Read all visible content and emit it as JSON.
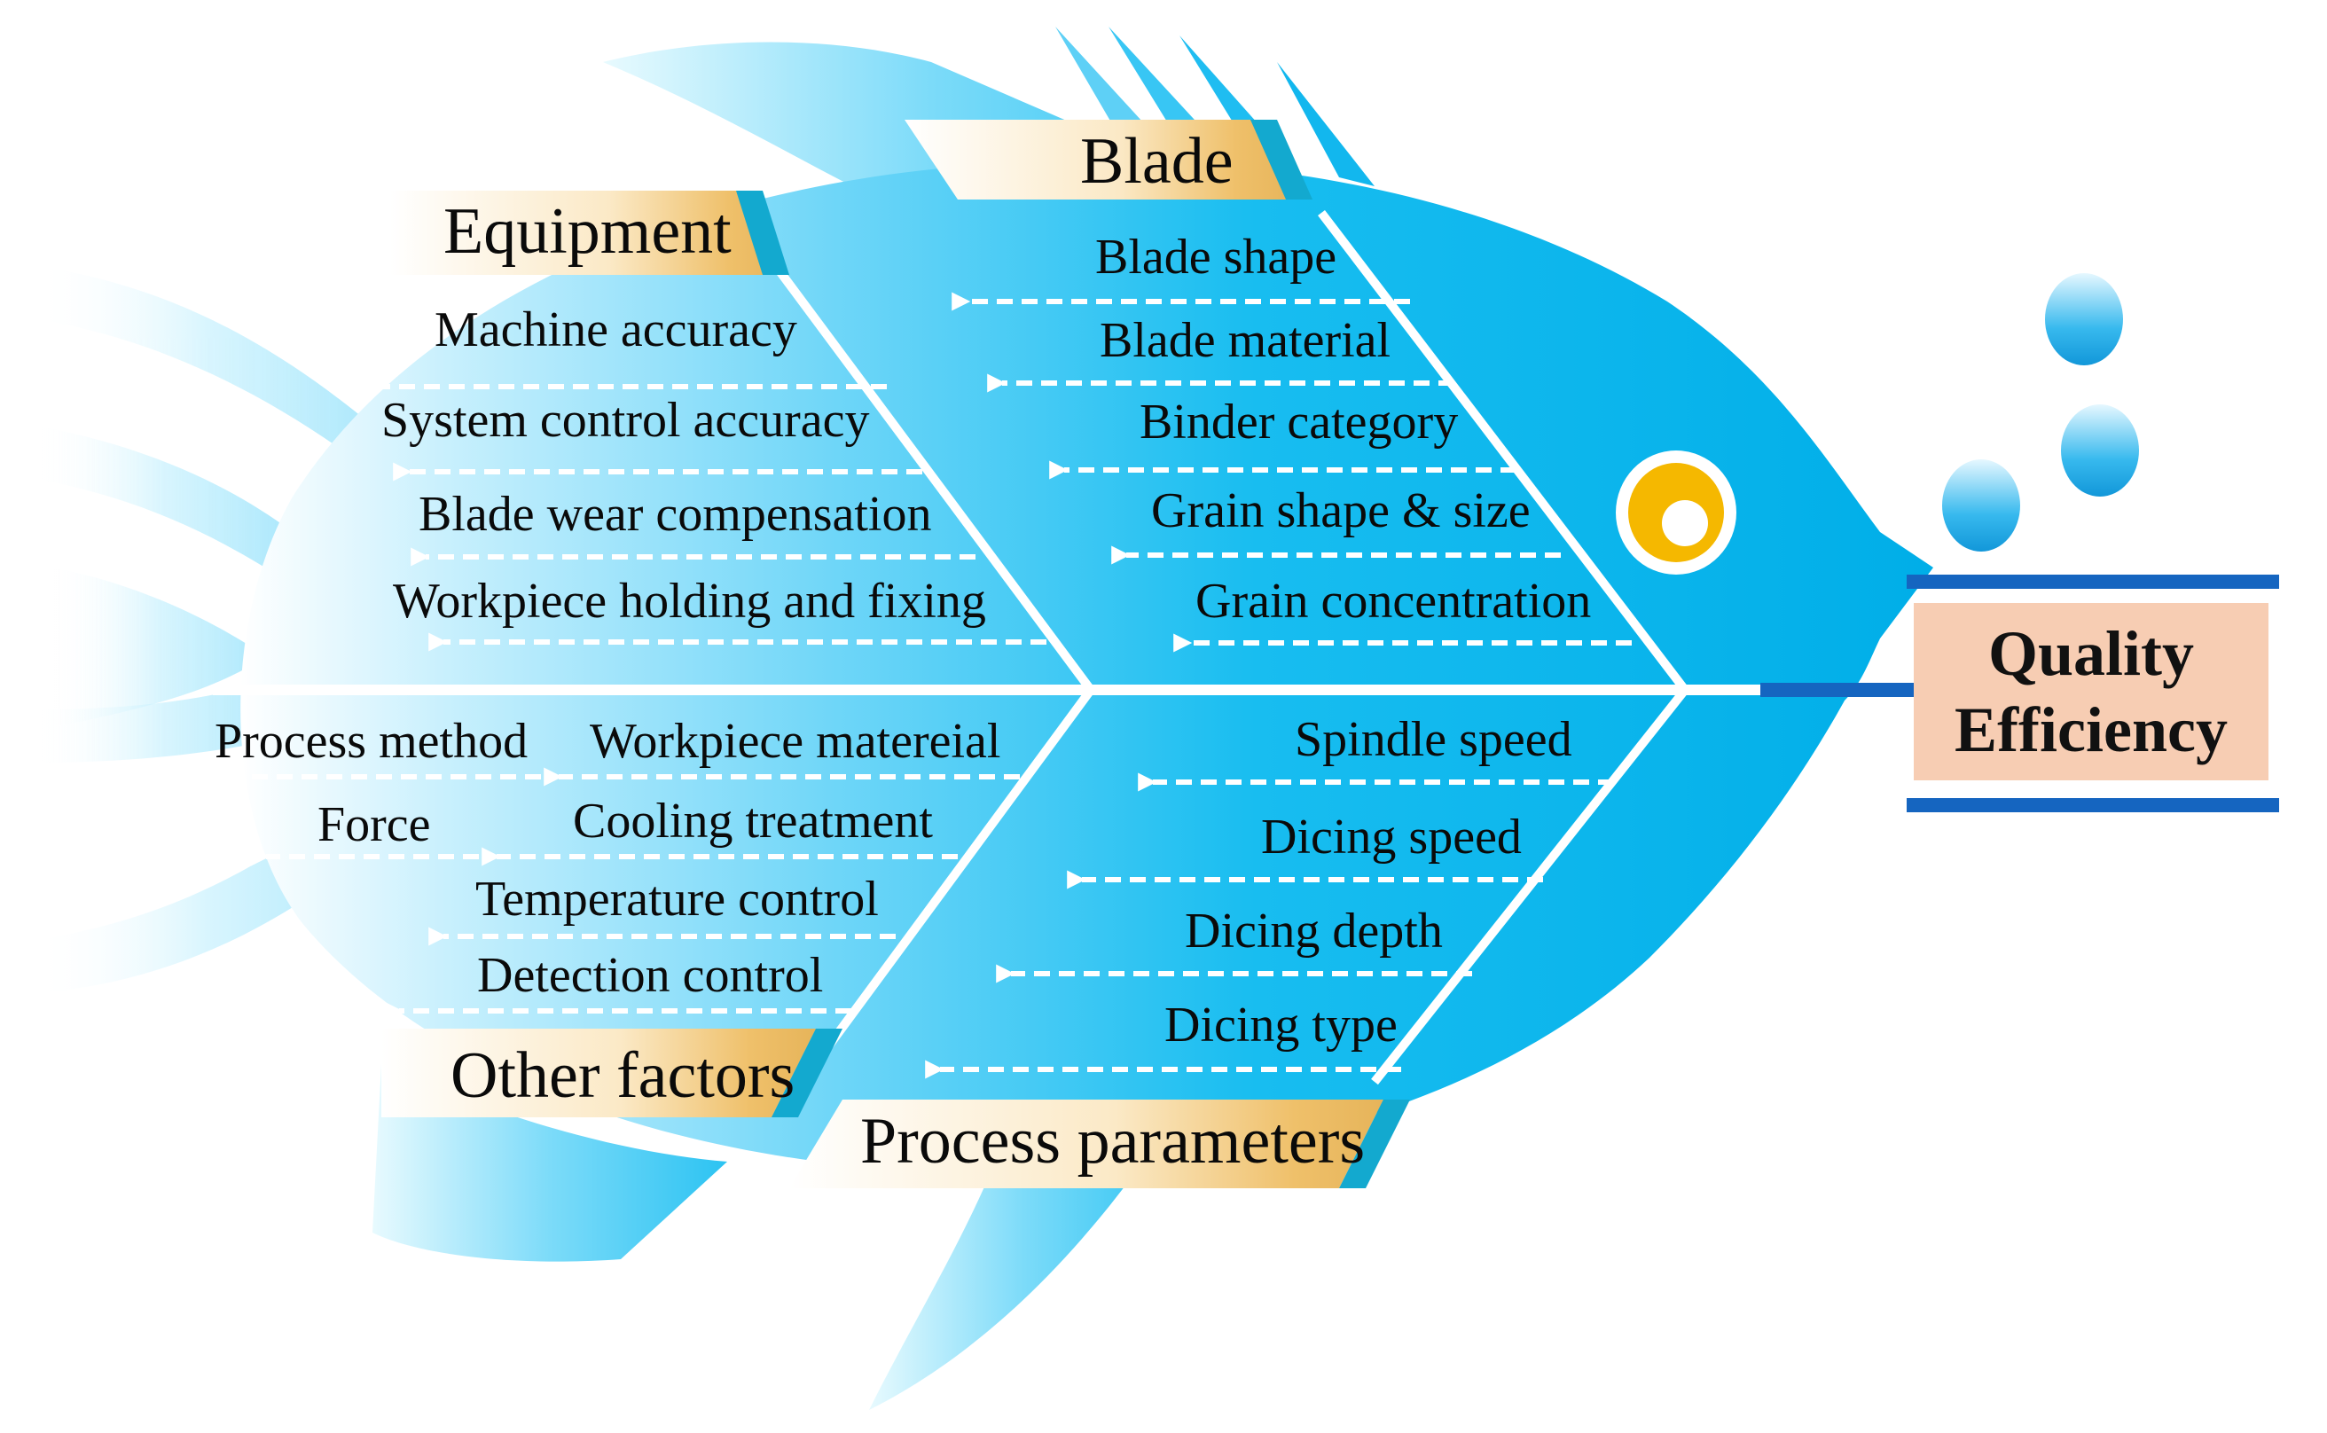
{
  "colors": {
    "fish_body": "#00b4ec",
    "fish_light": "#8fe0fb",
    "bone_line": "#ffffff",
    "label_band_start": "#ffffff",
    "label_band_end": "#f0c070",
    "label_band_cap": "#13a9cf",
    "eye": "#f5b800",
    "outcome_box": "#f7cdb3",
    "outcome_bar": "#1565c0",
    "bubble": "#17a9e6"
  },
  "categories": {
    "blade": "Blade",
    "equipment": "Equipment",
    "other": "Other factors",
    "process": "Process parameters"
  },
  "causes": {
    "blade": [
      "Blade shape",
      "Blade material",
      "Binder category",
      "Grain shape & size",
      "Grain concentration"
    ],
    "equipment": [
      "Machine accuracy",
      "System control accuracy",
      "Blade wear compensation",
      "Workpiece holding and fixing"
    ],
    "other_inner": [
      "Workpiece matereial",
      "Cooling treatment",
      "Temperature control",
      "Detection control"
    ],
    "other_outer": [
      "Process method",
      "Force"
    ],
    "process": [
      "Spindle speed",
      "Dicing speed",
      "Dicing depth",
      "Dicing type"
    ]
  },
  "outcome": {
    "line1": "Quality",
    "line2": "Efficiency"
  }
}
